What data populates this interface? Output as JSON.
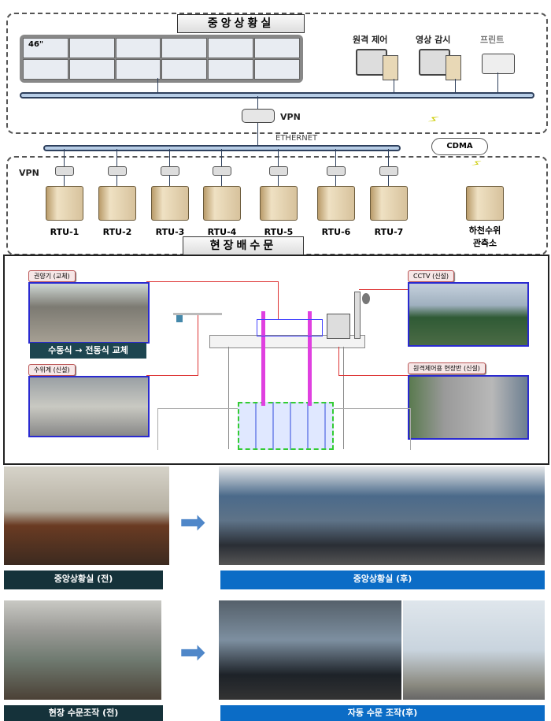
{
  "control_room": {
    "title": "중앙상황실",
    "wall_size": "46\"",
    "devices": [
      {
        "label": "원격 제어"
      },
      {
        "label": "영상 감시"
      },
      {
        "label": "프린트"
      }
    ],
    "vpn": "VPN",
    "ethernet": "ETHERNET",
    "cdma": "CDMA"
  },
  "rtu_section": {
    "vpn": "VPN",
    "rtus": [
      "RTU-1",
      "RTU-2",
      "RTU-3",
      "RTU-4",
      "RTU-5",
      "RTU-6",
      "RTU-7"
    ],
    "station_line1": "하천수위",
    "station_line2": "관측소"
  },
  "field": {
    "title": "현장배수문",
    "hoist_tag": "권양기 (교체)",
    "hoist_caption": "수동식 → 전동식 교체",
    "gauge_tag": "수위계 (신설)",
    "cctv_tag": "CCTV (신설)",
    "panel_tag": "원격제어용 현장반 (신설)"
  },
  "photos": {
    "row1_before": "중앙상황실 (전)",
    "row1_after": "중앙상황실 (후)",
    "row2_before": "현장 수문조작 (전)",
    "row2_after": "자동 수문 조작(후)"
  }
}
